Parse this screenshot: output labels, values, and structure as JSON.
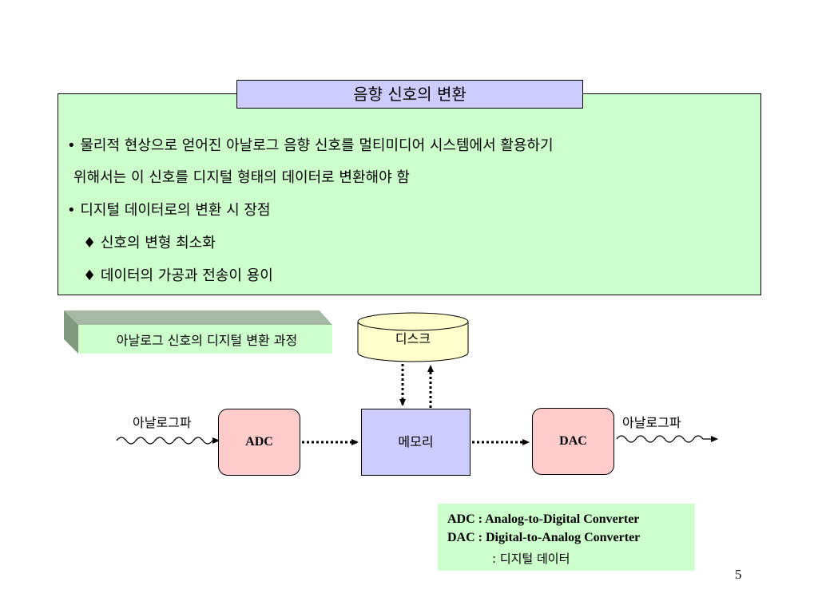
{
  "title": "음향 신호의 변환",
  "bullets": [
    {
      "marker": "•",
      "text": "물리적 현상으로 얻어진 아날로그 음향 신호를 멀티미디어 시스템에서 활용하기"
    },
    {
      "marker": "",
      "text": "위해서는 이 신호를 디지털 형태의 데이터로 변환해야 함"
    },
    {
      "marker": "•",
      "text": "디지털 데이터로의 변환 시 장점"
    },
    {
      "marker": "♦",
      "text": "신호의 변형 최소화"
    },
    {
      "marker": "♦",
      "text": "데이터의 가공과 전송이 용이"
    }
  ],
  "diagram": {
    "section_label": "아날로그 신호의 디지털 변환 과정",
    "disk": "디스크",
    "adc": "ADC",
    "memory": "메모리",
    "dac": "DAC",
    "analog_in": "아날로그파",
    "analog_out": "아날로그파"
  },
  "legend": {
    "line1": "ADC : Analog-to-Digital Converter",
    "line2": "DAC : Digital-to-Analog Converter",
    "line3": ": 디지털 데이터"
  },
  "page_number": "5",
  "colors": {
    "content_bg": "#ccffcc",
    "title_bg": "#ccccff",
    "converter_bg": "#ffcccc",
    "memory_bg": "#ccccff",
    "disk_bg": "#ffffcc",
    "legend_bg": "#ccffcc"
  }
}
